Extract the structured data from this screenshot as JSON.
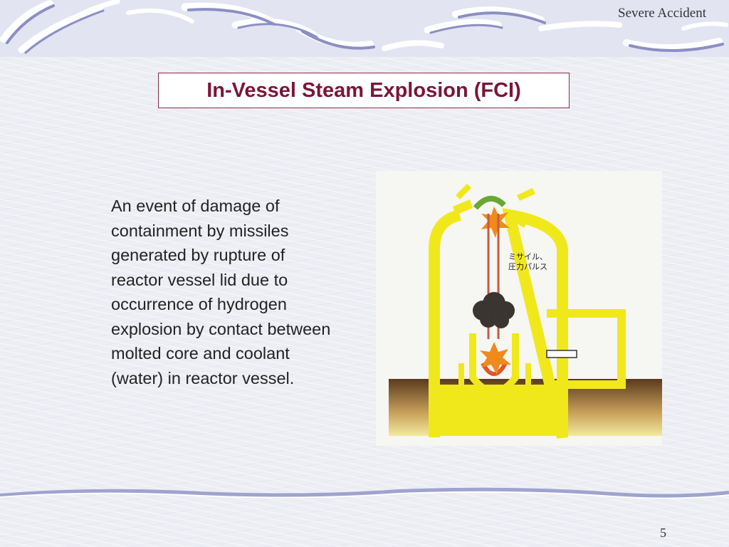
{
  "header": {
    "label": "Severe Accident"
  },
  "slide": {
    "title": "In-Vessel Steam Explosion (FCI)",
    "body": "An event of damage of containment by missiles generated by rupture of reactor vessel lid due to occurrence of hydrogen explosion by contact between molted core and coolant (water) in reactor vessel."
  },
  "figure": {
    "annotation_line1": "ミサイル、",
    "annotation_line2": "圧力パルス",
    "colors": {
      "containment": "#f1e81c",
      "explosion": "#f08a1c",
      "smoke": "#3a3530",
      "ground": "#6b4a2a"
    }
  },
  "footer": {
    "page_number": "5"
  }
}
